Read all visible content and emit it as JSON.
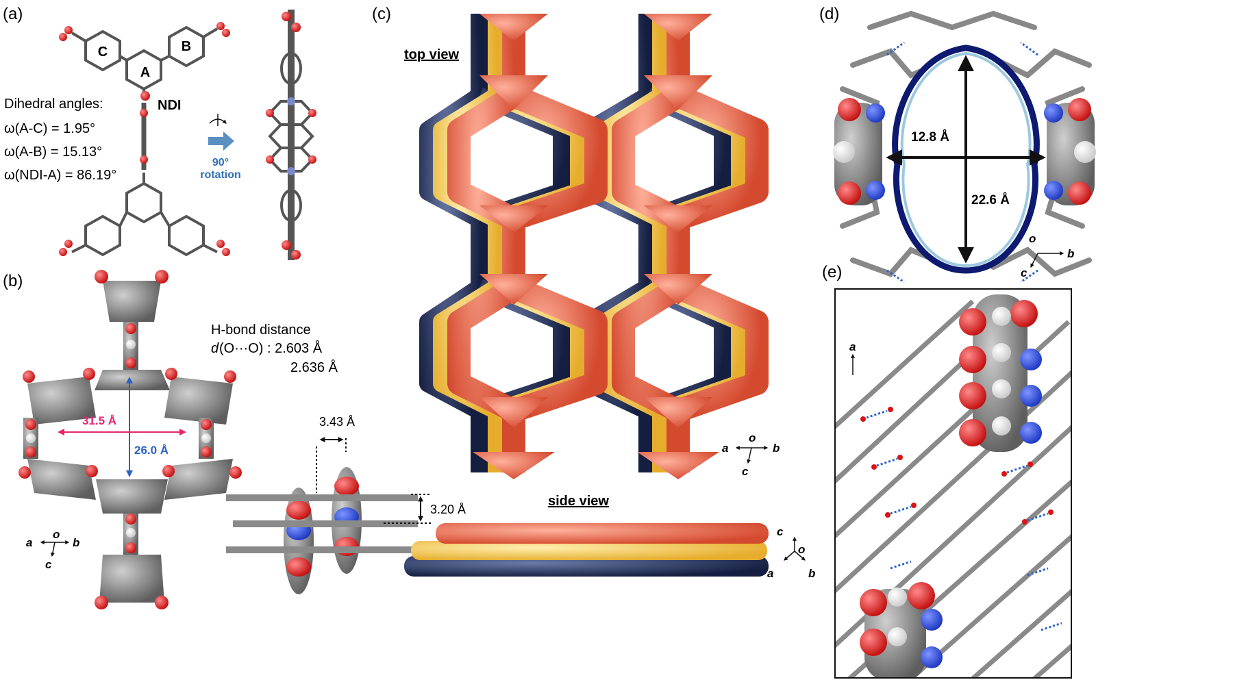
{
  "panels": {
    "a": {
      "label": "(a)",
      "ring_c": "C",
      "ring_a": "A",
      "ring_b": "B",
      "ndi": "NDI",
      "dihedral_title": "Dihedral angles:",
      "w_ac": "ω(A-C) = 1.95°",
      "w_ab": "ω(A-B) = 15.13°",
      "w_ndi": "ω(NDI-A) = 86.19°",
      "rot_deg": "90°",
      "rot_word": "rotation"
    },
    "b": {
      "label": "(b)",
      "hbond_title": "H-bond distance",
      "d_prefix": "d",
      "d_rest": "(O···O) : 2.603 Å",
      "d_second": "2.636 Å",
      "width_label": "31.5 Å",
      "height_label": "26.0 Å",
      "stack_offset": "3.43 Å",
      "stack_spacing": "3.20 Å",
      "axis_a": "a",
      "axis_o": "o",
      "axis_b": "b",
      "axis_c": "c"
    },
    "c": {
      "label": "(c)",
      "top_view": "top view",
      "side_view": "side view",
      "axis_a": "a",
      "axis_o": "o",
      "axis_b": "b",
      "axis_c": "c",
      "side_axis_c": "c",
      "side_axis_o": "o",
      "side_axis_a": "a",
      "side_axis_b": "b"
    },
    "d": {
      "label": "(d)",
      "width_label": "12.8 Å",
      "height_label": "22.6 Å",
      "axis_o": "o",
      "axis_b": "b",
      "axis_c": "c"
    },
    "e": {
      "label": "(e)",
      "axis_a": "a"
    }
  },
  "colors": {
    "carbon": "#6e6e6e",
    "oxygen": "#d81414",
    "nitrogen": "#1f3fd0",
    "hydrogen": "#f0f0f0",
    "layer_red": "#e05a40",
    "layer_yellow": "#f2c24a",
    "layer_navy": "#1f2c55",
    "pink_arrow": "#e8246f",
    "blue_arrow": "#2a62c8",
    "rotation_arrow": "#5b8fc0"
  }
}
